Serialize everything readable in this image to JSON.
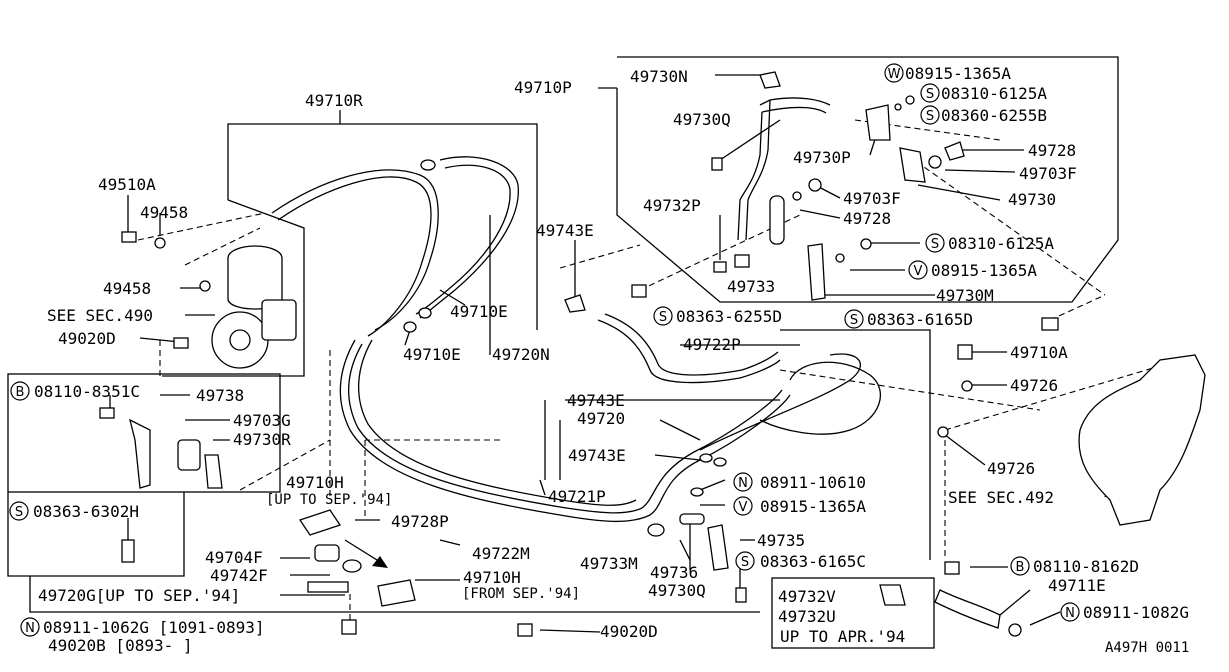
{
  "callouts": {
    "c_49710R": "49710R",
    "c_49710P": "49710P",
    "c_49730N": "49730N",
    "c_08915_1365A_top": "08915-1365A",
    "c_08310_6125A_top": "08310-6125A",
    "c_08360_6255B": "08360-6255B",
    "c_49730Q_top": "49730Q",
    "c_49728_top": "49728",
    "c_49730P": "49730P",
    "c_49703F_right": "49703F",
    "c_49703F_mid": "49703F",
    "c_49730": "49730",
    "c_49728_mid": "49728",
    "c_49732P": "49732P",
    "c_49510A": "49510A",
    "c_49458_top": "49458",
    "c_49743E_top": "49743E",
    "c_08310_6125A_mid": "08310-6125A",
    "c_49733": "49733",
    "c_08915_1365A_mid": "08915-1365A",
    "c_49458_mid": "49458",
    "c_49730M": "49730M",
    "c_see_sec_490": "SEE SEC.490",
    "c_49710E_right": "49710E",
    "c_08363_6255D": "08363-6255D",
    "c_08363_6165D": "08363-6165D",
    "c_49020D_left": "49020D",
    "c_49710E_mid": "49710E",
    "c_49720N": "49720N",
    "c_49722P": "49722P",
    "c_49710A": "49710A",
    "c_08110_8351C": "08110-8351C",
    "c_49738": "49738",
    "c_49726_top": "49726",
    "c_49743E_mid": "49743E",
    "c_49703G": "49703G",
    "c_49720": "49720",
    "c_49730R": "49730R",
    "c_49743E_low": "49743E",
    "c_49726_low": "49726",
    "c_49710H_top": "49710H",
    "c_up_to_sep94": "[UP TO SEP.'94]",
    "c_08911_10610": "08911-10610",
    "c_49721P": "49721P",
    "c_see_sec_492": "SEE SEC.492",
    "c_08363_6302H": "08363-6302H",
    "c_49728P": "49728P",
    "c_08915_1365A_low": "08915-1365A",
    "c_49735": "49735",
    "c_49722M": "49722M",
    "c_49704F": "49704F",
    "c_49733M": "49733M",
    "c_08363_6165C": "08363-6165C",
    "c_08110_8162D": "08110-8162D",
    "c_49742F": "49742F",
    "c_49736": "49736",
    "c_49710H_low": "49710H",
    "c_from_sep94": "[FROM SEP.'94]",
    "c_49711E": "49711E",
    "c_49730Q_low": "49730Q",
    "c_49720G": "49720G[UP TO SEP.'94]",
    "c_49732V": "49732V",
    "c_49732U": "49732U",
    "c_08911_1082G": "08911-1082G",
    "c_up_to_apr94": "UP TO APR.'94",
    "c_08911_1062G": "08911-1062G [1091-0893]",
    "c_49020D_low": "49020D",
    "c_49020B": "49020B [0893-      ]",
    "c_diagram_id": "A497H 0011"
  },
  "symbols": {
    "w": "W",
    "s": "S",
    "b": "B",
    "n": "N",
    "v": "V"
  }
}
